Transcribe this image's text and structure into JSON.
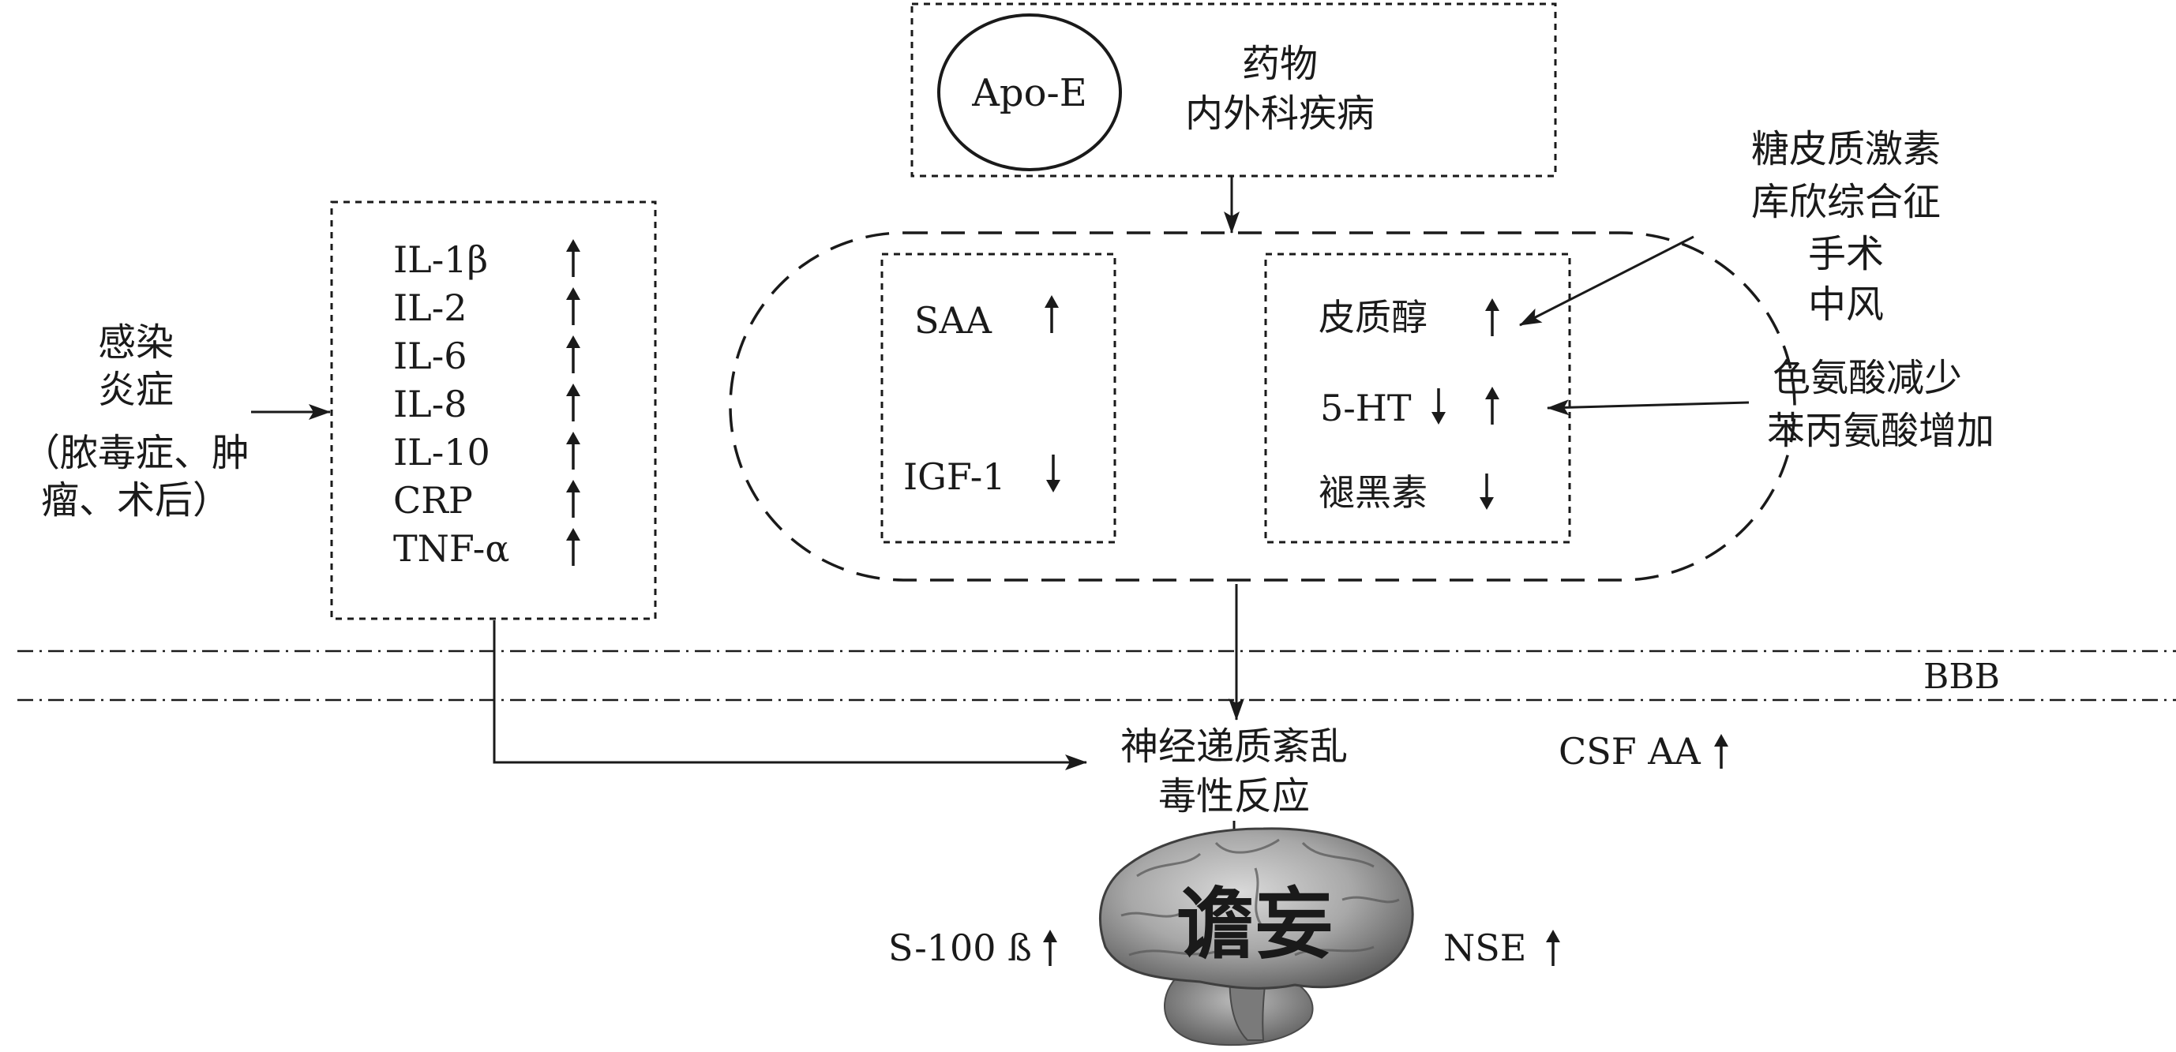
{
  "top_box": {
    "circle_label": "Apo-E",
    "line1": "药物",
    "line2": "内外科疾病"
  },
  "left_causes": {
    "line1": "感染",
    "line2": "炎症",
    "line3": "（脓毒症、肿",
    "line4": "瘤、术后）"
  },
  "cytokines": [
    {
      "label": "IL-1β",
      "dir": "up"
    },
    {
      "label": "IL-2",
      "dir": "up"
    },
    {
      "label": "IL-6",
      "dir": "up"
    },
    {
      "label": "IL-8",
      "dir": "up"
    },
    {
      "label": "IL-10",
      "dir": "up"
    },
    {
      "label": "CRP",
      "dir": "up"
    },
    {
      "label": "TNF-α",
      "dir": "up"
    }
  ],
  "left_inner_box": {
    "saa": "SAA",
    "igf": "IGF-1"
  },
  "right_inner_box": {
    "cortisol": "皮质醇",
    "serotonin": "5-HT",
    "melatonin": "褪黑素"
  },
  "right_causes": {
    "line1": "糖皮质激素",
    "line2": "库欣综合征",
    "line3": "手术",
    "line4": "中风"
  },
  "amino_acids": {
    "line1": "色氨酸减少",
    "line2": "苯丙氨酸增加"
  },
  "barrier_label": "BBB",
  "neuro": {
    "line1": "神经递质紊乱",
    "line2": "毒性反应"
  },
  "csf_label": "CSF AA",
  "s100_label": "S-100 ß",
  "nse_label": "NSE",
  "brain_label": "谵妄"
}
